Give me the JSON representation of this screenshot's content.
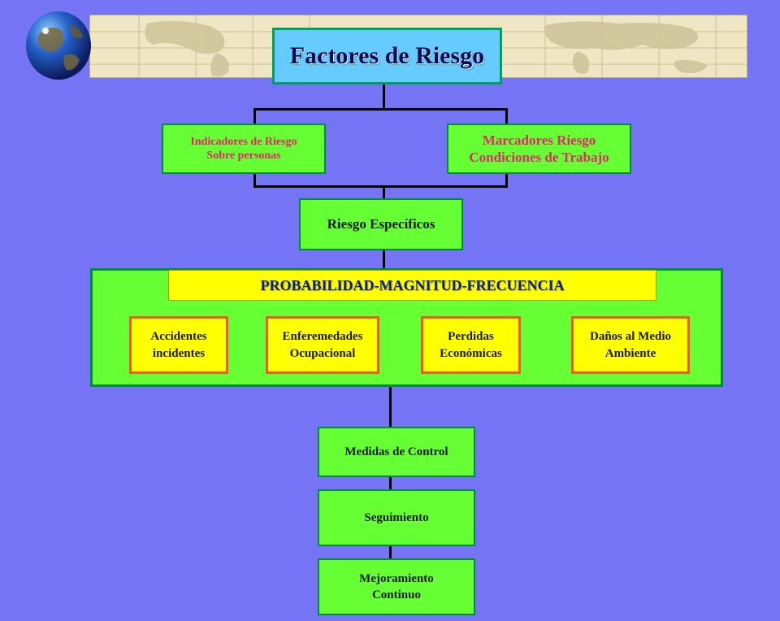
{
  "title": "Factores de Riesgo",
  "indicadores": [
    "Indicadores de Riesgo",
    "Sobre personas"
  ],
  "marcadores": [
    "Marcadores Riesgo",
    "Condiciones de Trabajo"
  ],
  "riesgo_especificos": "Riesgo Específicos",
  "probabilidad": "PROBABILIDAD-MAGNITUD-FRECUENCIA",
  "consecuencias": [
    [
      "Accidentes",
      "incidentes"
    ],
    [
      "Enferemedades",
      "Ocupacional"
    ],
    [
      "Perdidas",
      "Económicas"
    ],
    [
      "Daños al Medio",
      "Ambiente"
    ]
  ],
  "medidas": "Medidas de Control",
  "seguimiento": "Seguimiento",
  "mejoramiento": [
    "Mejoramiento",
    "Continuo"
  ],
  "icons": {
    "globe": "globe-icon",
    "banner": "world-map-banner"
  },
  "colors": {
    "background": "#7474f4",
    "green_box": "#66ff33",
    "yellow_box": "#ffff00",
    "title_box": "#66ccff",
    "pink_text": "#e0286c"
  }
}
